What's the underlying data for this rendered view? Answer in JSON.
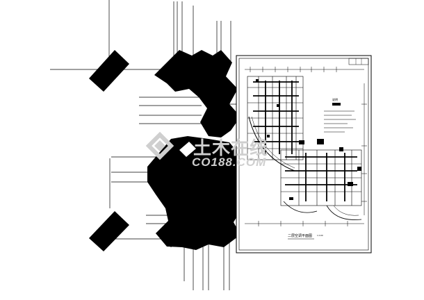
{
  "watermark": {
    "brand_cn": "土木在线",
    "brand_en": "CO188.COM"
  },
  "sheet": {
    "plan_title": "二层空调平面图",
    "scale_note": "1:100",
    "notes_heading": "说明",
    "notes": [
      "",
      "",
      "",
      "",
      "",
      "",
      "",
      "",
      ""
    ]
  },
  "colors": {
    "ink": "#000000",
    "paper": "#ffffff",
    "watermark": "#cfcfcf"
  }
}
